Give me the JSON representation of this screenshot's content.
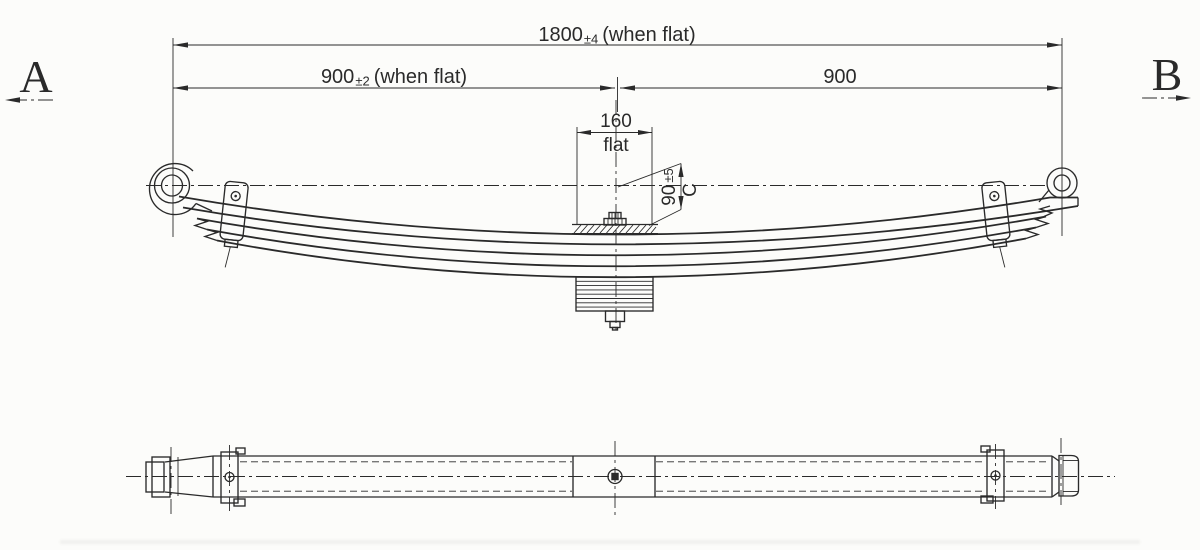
{
  "drawing": {
    "subject": "semi-elliptic leaf spring - side elevation and bottom view",
    "line_color": "#2a2a2a",
    "background": "#fcfcfa",
    "view_labels": {
      "left": "A",
      "right": "B"
    },
    "dimensions": {
      "overall": {
        "value": "1800",
        "tolerance": "±4",
        "note": "(when flat)"
      },
      "left_half": {
        "value": "900",
        "tolerance": "±2",
        "note": "(when flat)"
      },
      "right_half": {
        "value": "900"
      },
      "seat": {
        "value": "160",
        "note": "flat"
      },
      "camber": {
        "value": "90",
        "tolerance": "±5",
        "label": "C"
      }
    }
  }
}
